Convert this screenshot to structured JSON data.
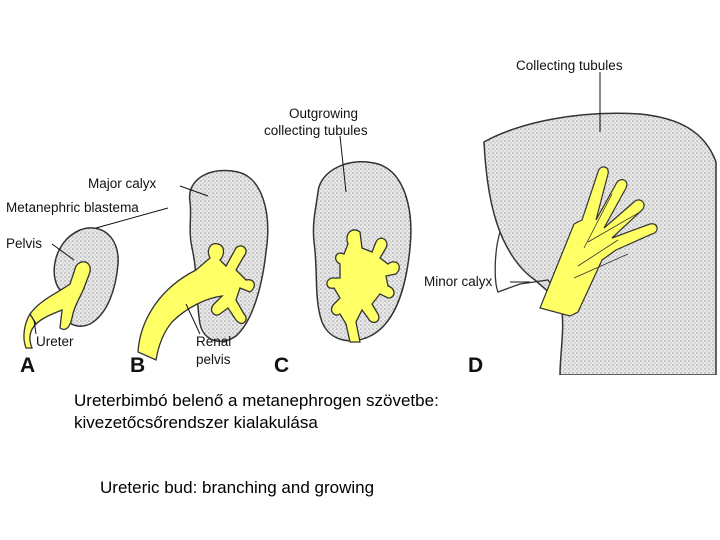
{
  "figure": {
    "labels": {
      "collecting_tubules": "Collecting tubules",
      "outgrowing_line1": "Outgrowing",
      "outgrowing_line2": "collecting tubules",
      "major_calyx": "Major calyx",
      "metanephric_blastema": "Metanephric blastema",
      "pelvis": "Pelvis",
      "ureter": "Ureter",
      "renal_line1": "Renal",
      "renal_line2": "pelvis",
      "minor_calyx": "Minor calyx"
    },
    "panels": [
      "A",
      "B",
      "C",
      "D"
    ],
    "colors": {
      "bud": "#ffff66",
      "tissue": "#e6e6e6",
      "outline": "#333333"
    }
  },
  "caption": {
    "hungarian_line1": "Ureterbimbó belenő a metanephrogen szövetbe:",
    "hungarian_line2": "kivezetőcsőrendszer kialakulása",
    "english": "Ureteric bud: branching and growing"
  }
}
